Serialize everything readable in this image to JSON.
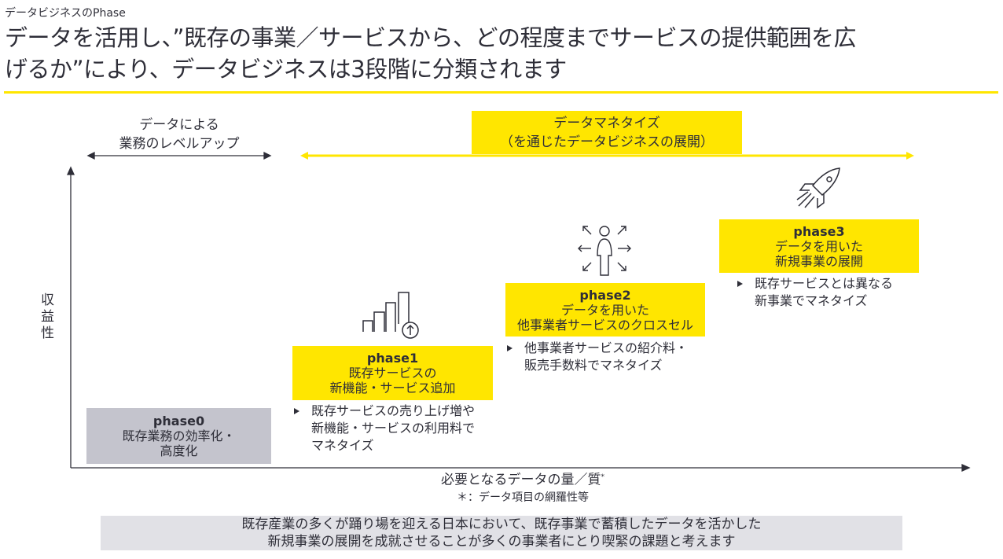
{
  "header": {
    "subtitle": "データビジネスのPhase",
    "title_line1": "データを活用し、”既存の事業／サービスから、どの程度までサービスの提供範囲を広",
    "title_line2": "げるか”により、データビジネスは3段階に分類されます"
  },
  "top": {
    "left_label_1": "データによる",
    "left_label_2": "業務のレベルアップ",
    "right_label_1": "データマネタイズ",
    "right_label_2": "（を通じたデータビジネスの展開）"
  },
  "axes": {
    "y_label": "収益性",
    "x_label": "必要となるデータの量／質",
    "x_label_mark": "*",
    "footnote": "＊：データ項目の網羅性等"
  },
  "phases": [
    {
      "name": "phase0",
      "line1": "既存業務の効率化・",
      "line2": "高度化"
    },
    {
      "name": "phase1",
      "line1": "既存サービスの",
      "line2": "新機能・サービス追加",
      "bullet": [
        "既存サービスの売り上げ増や",
        "新機能・サービスの利用料で",
        "マネタイズ"
      ]
    },
    {
      "name": "phase2",
      "line1": "データを用いた",
      "line2": "他事業者サービスのクロスセル",
      "bullet": [
        "他事業者サービスの紹介料・",
        "販売手数料でマネタイズ"
      ]
    },
    {
      "name": "phase3",
      "line1": "データを用いた",
      "line2": "新規事業の展開",
      "bullet": [
        "既存サービスとは異なる",
        "新事業でマネタイズ"
      ]
    }
  ],
  "footer": {
    "line1": "既存産業の多くが踊り場を迎える日本において、既存事業で蓄積したデータを活かした",
    "line2": "新規事業の展開を成就させることが多くの事業者にとり喫緊の課題と考えます"
  },
  "colors": {
    "accent": "#FFE600",
    "gray_box": "#C4C4CD",
    "footer_bg": "#E1E1E6",
    "text": "#2e2e38"
  }
}
